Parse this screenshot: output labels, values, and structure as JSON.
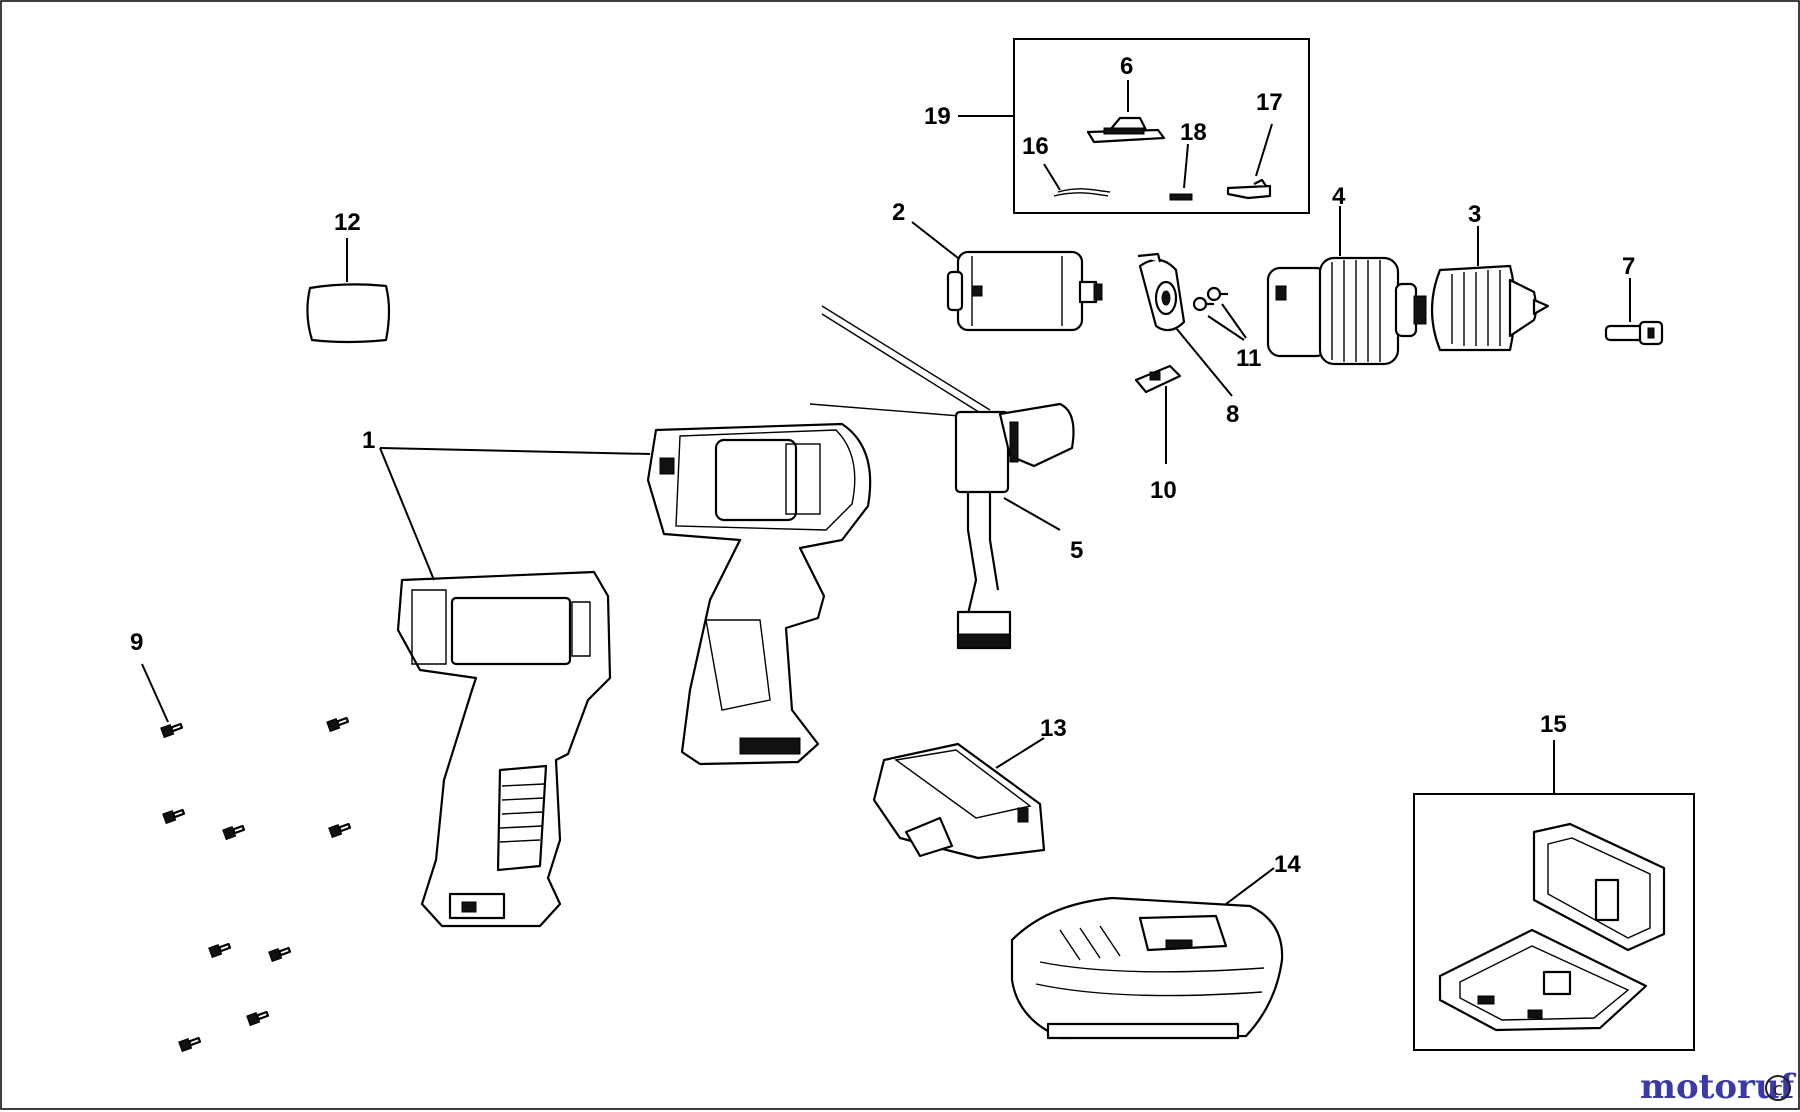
{
  "callouts": {
    "c1": "1",
    "c2": "2",
    "c3": "3",
    "c4": "4",
    "c5": "5",
    "c6": "6",
    "c7": "7",
    "c8": "8",
    "c9": "9",
    "c10": "10",
    "c11": "11",
    "c12": "12",
    "c13": "13",
    "c14": "14",
    "c15": "15",
    "c16": "16",
    "c17": "17",
    "c18": "18",
    "c19": "19"
  },
  "parts": {
    "p1": "housing-halves",
    "p2": "motor",
    "p3": "chuck",
    "p4": "gearbox",
    "p5": "switch",
    "p6": "slide-plate",
    "p7": "chuck-screw",
    "p8": "motor-plate",
    "p9": "housing-screws",
    "p10": "forward-reverse-lever",
    "p11": "plate-screws",
    "p12": "nameplate",
    "p13": "battery-pack",
    "p14": "charger",
    "p15": "carry-case",
    "p16": "spring",
    "p17": "latch",
    "p18": "spring-small",
    "p19": "switch-kit"
  },
  "watermark": {
    "text": "motoruf",
    "suffix": "c",
    "colors": [
      "#3a3aa6",
      "#b02a2a",
      "#2e7d32",
      "#c9a227"
    ]
  }
}
